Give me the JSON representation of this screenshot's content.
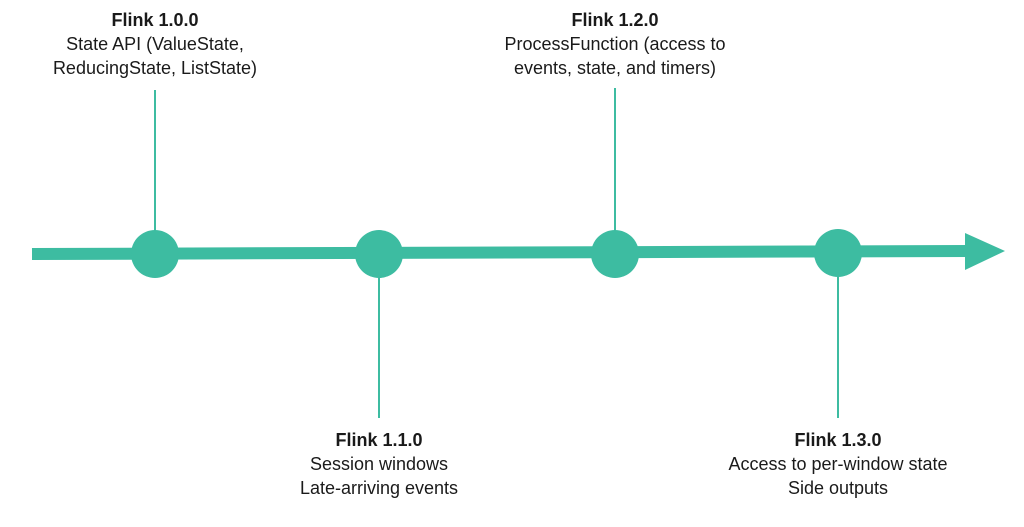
{
  "colors": {
    "accent": "#3dbca1",
    "text": "#1a1a1a"
  },
  "milestones": [
    {
      "version": "Flink 1.0.0",
      "lines": [
        "State API (ValueState,",
        "ReducingState, ListState)"
      ],
      "side": "above"
    },
    {
      "version": "Flink 1.1.0",
      "lines": [
        "Session windows",
        "Late-arriving events"
      ],
      "side": "below"
    },
    {
      "version": "Flink 1.2.0",
      "lines": [
        "ProcessFunction (access to",
        "events, state, and timers)"
      ],
      "side": "above"
    },
    {
      "version": "Flink 1.3.0",
      "lines": [
        "Access to per-window state",
        "Side outputs"
      ],
      "side": "below"
    }
  ]
}
